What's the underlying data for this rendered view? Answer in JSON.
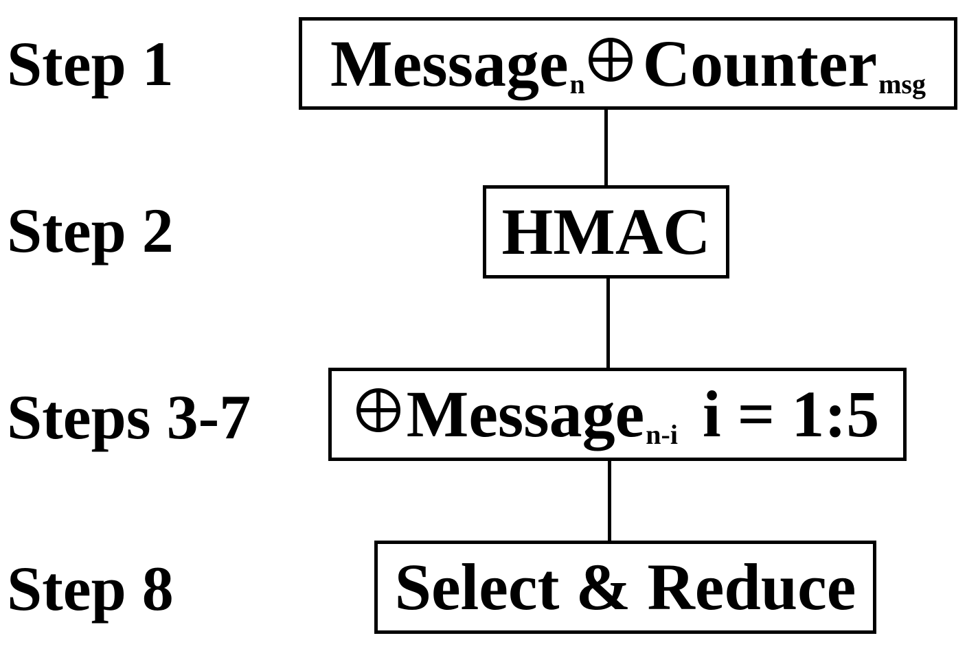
{
  "steps": {
    "step1": "Step 1",
    "step2": "Step 2",
    "step3_7": "Steps 3-7",
    "step8": "Step 8"
  },
  "box1": {
    "message": "Message",
    "message_sub": "n",
    "counter": "Counter",
    "counter_sub": "msg"
  },
  "box2": {
    "text": "HMAC"
  },
  "box3": {
    "message": "Message",
    "message_sub": "n-i",
    "range": "i = 1:5"
  },
  "box4": {
    "text": "Select & Reduce"
  },
  "icons": {
    "xor": "circled-plus-icon"
  },
  "colors": {
    "stroke": "#000000",
    "background": "#ffffff"
  }
}
